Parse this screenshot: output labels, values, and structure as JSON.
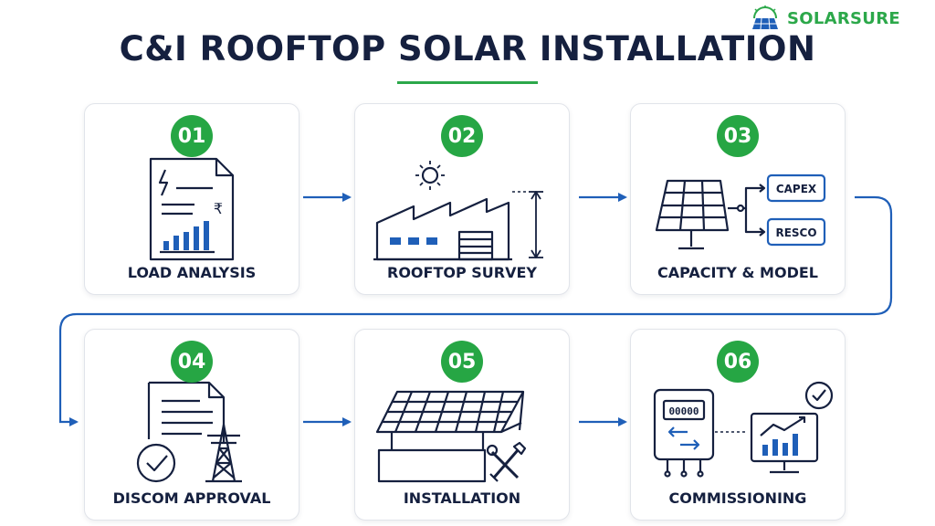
{
  "brand": {
    "name": "SOLARSURE",
    "logo_icon": "solar-panel-sun-icon"
  },
  "title": "C&I ROOFTOP SOLAR INSTALLATION",
  "colors": {
    "accent": "#26a644",
    "navy": "#15203f",
    "arrow": "#1f5fb8"
  },
  "steps": [
    {
      "number": "01",
      "label": "LOAD ANALYSIS",
      "icon": "electricity-bill-chart-icon"
    },
    {
      "number": "02",
      "label": "ROOFTOP SURVEY",
      "icon": "factory-roof-measure-icon"
    },
    {
      "number": "03",
      "label": "CAPACITY & MODEL",
      "icon": "solar-panel-model-icon",
      "options": [
        "CAPEX",
        "RESCO"
      ]
    },
    {
      "number": "04",
      "label": "DISCOM APPROVAL",
      "icon": "document-approval-tower-icon"
    },
    {
      "number": "05",
      "label": "INSTALLATION",
      "icon": "mounted-solar-panel-tools-icon"
    },
    {
      "number": "06",
      "label": "COMMISSIONING",
      "icon": "meter-monitor-check-icon",
      "meter_reading": "00000"
    }
  ]
}
